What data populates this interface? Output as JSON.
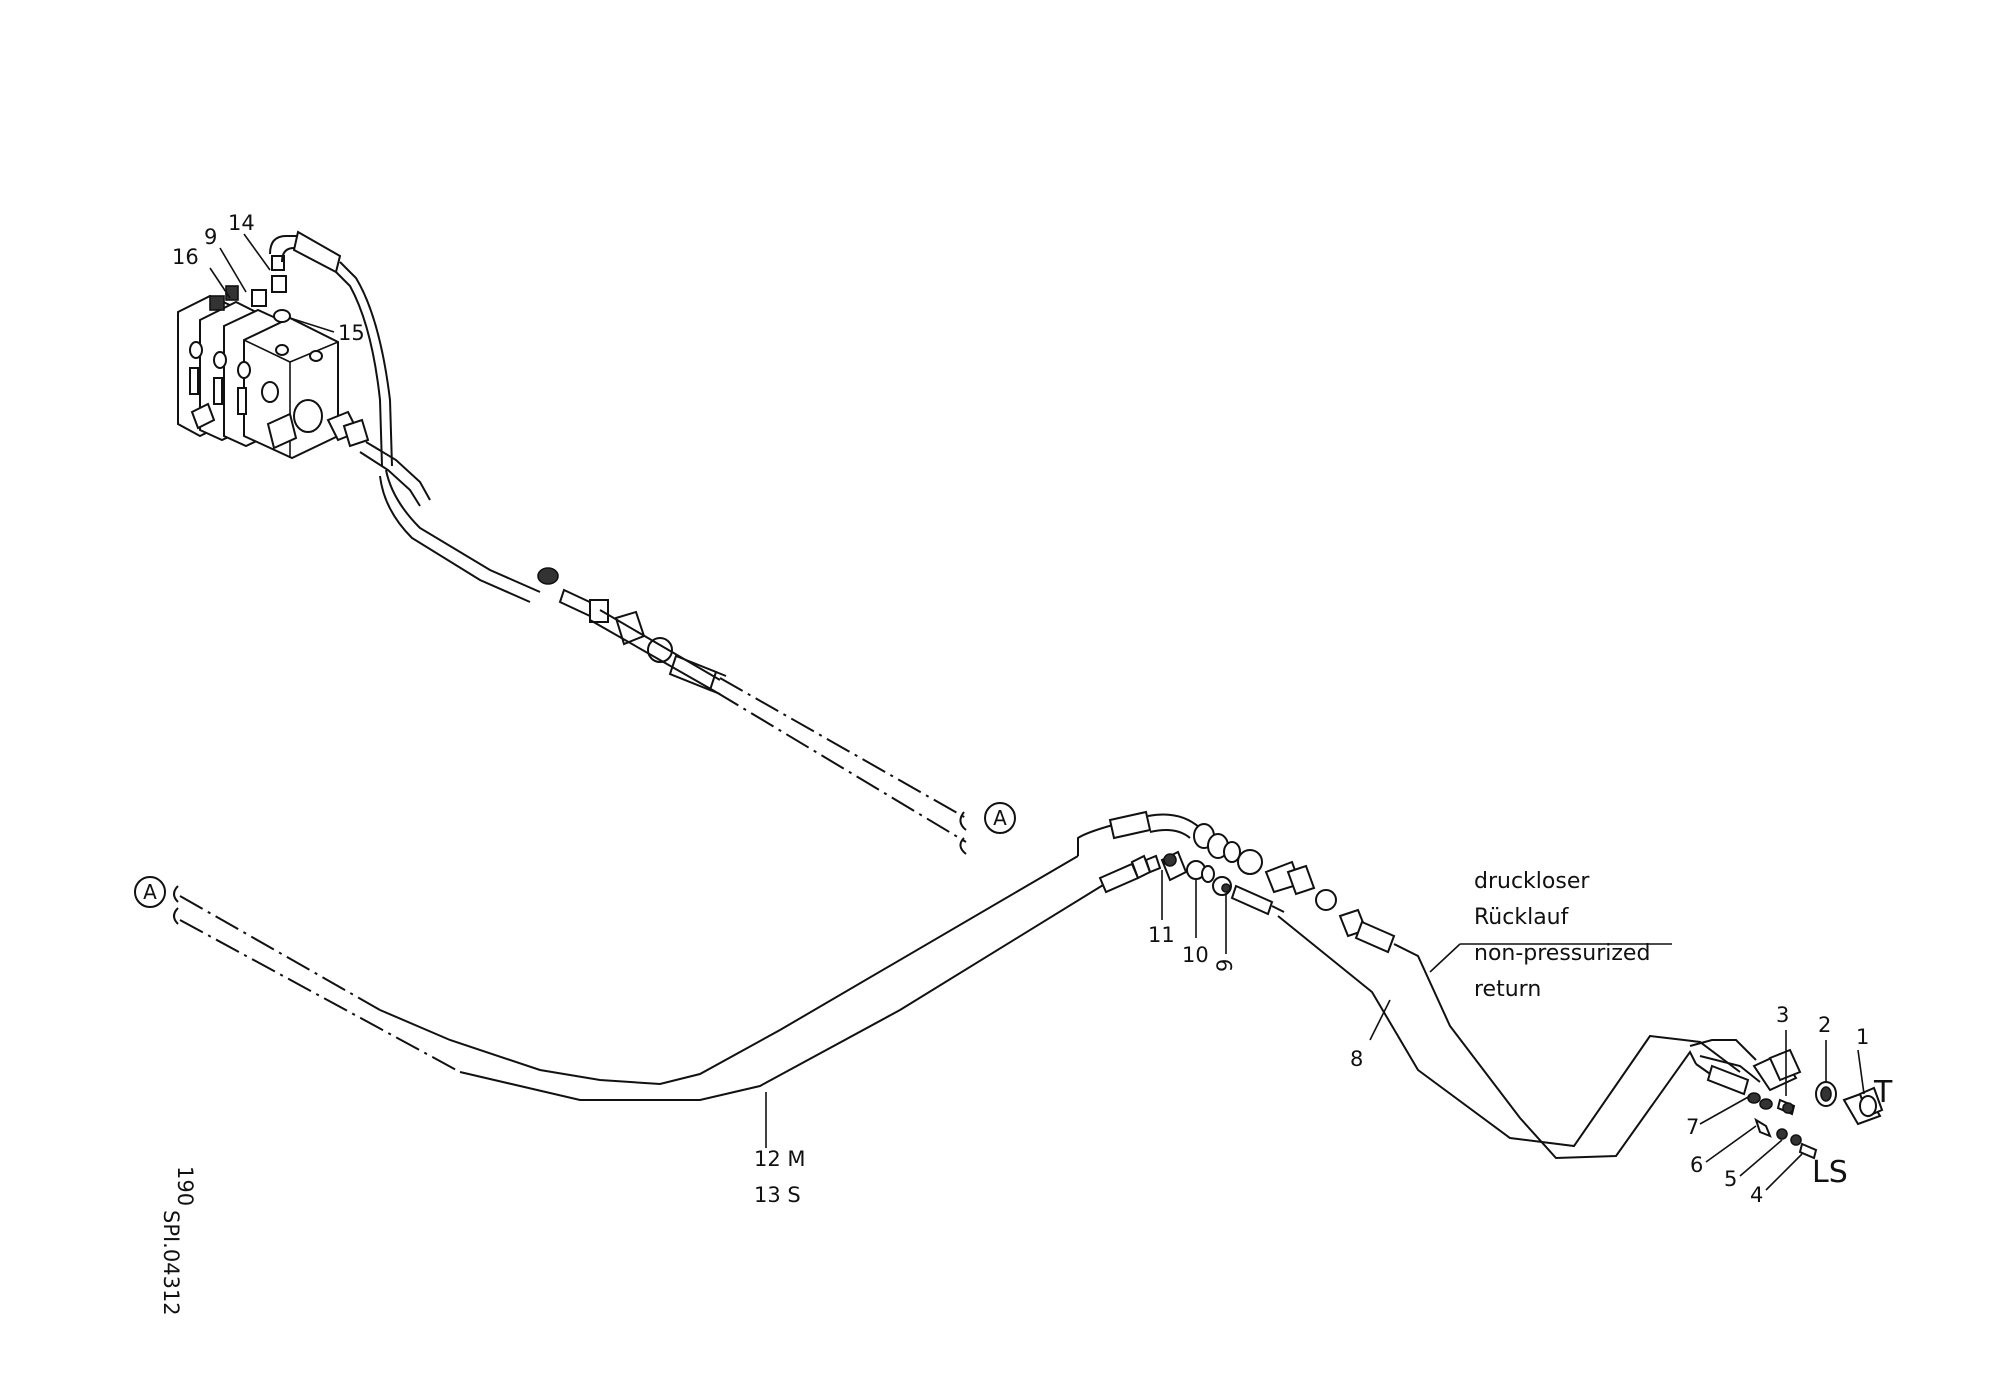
{
  "labels": {
    "p1": "1",
    "p2": "2",
    "p3": "3",
    "p4": "4",
    "p5": "5",
    "p6": "6",
    "p7": "7",
    "p8": "8",
    "p9_valve": "9",
    "p9_mid": "9",
    "p10": "10",
    "p11": "11",
    "p14": "14",
    "p15": "15",
    "p16": "16",
    "p12": "12 M",
    "p13": "13 S",
    "T": "T",
    "LS": "LS",
    "ref_A": "A"
  },
  "annotation": {
    "line1": "druckloser",
    "line2": "Rücklauf",
    "line3": "non-pressurized",
    "line4": "return"
  },
  "drawing_code": {
    "number": "190",
    "code": "SPI.04312"
  }
}
